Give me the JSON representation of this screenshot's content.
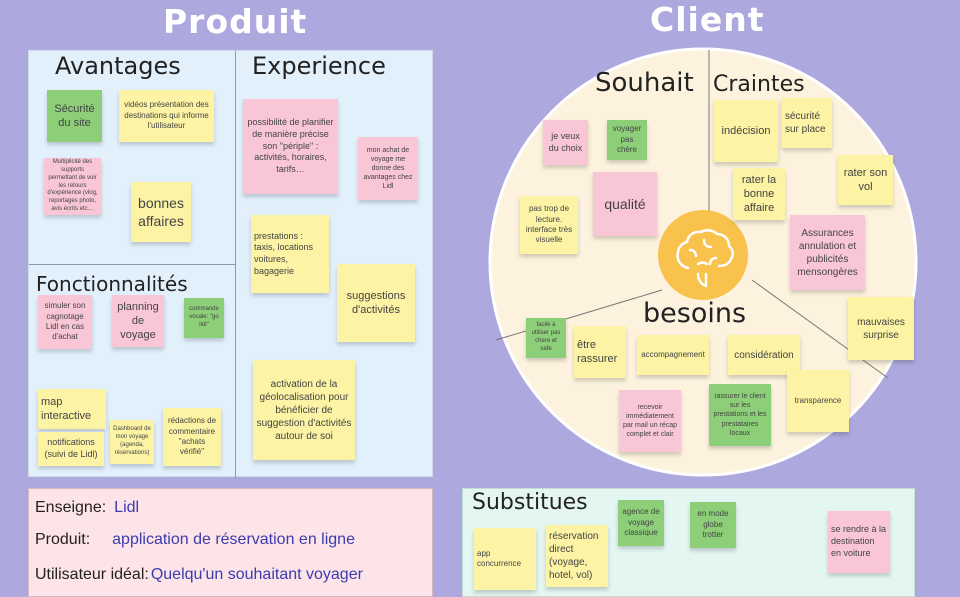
{
  "titles": {
    "produit": "Produit",
    "client": "Client"
  },
  "produit": {
    "avantages": {
      "heading": "Avantages",
      "notes": [
        "Sécurité du site",
        "vidéos présentation des destinations qui informe l'utilisateur",
        "Multiplicité des supports permettant de voir les retours d'expérience (vlog, reportages photo, avis écrits etc…",
        "bonnes affaires"
      ]
    },
    "experience": {
      "heading": "Experience",
      "notes": [
        "possibilité de planifier de manière précise son \"périple\" : activités, horaires, tarifs…",
        "mon achat de voyage me donne des avantages chez Lidl",
        "prestations : taxis, locations voitures, bagagerie",
        "suggestions d'activités",
        "activation de la géolocalisation pour bénéficier de suggestion d'activités autour de soi"
      ]
    },
    "fonctionnalites": {
      "heading": "Fonctionnalités",
      "notes": [
        "simuler son cagnotage Lidl en cas d'achat",
        "planning de voyage",
        "commande vocale: \"go lidl\"",
        "map interactive",
        "notifications (suivi de Lidl)",
        "Dashboard de mon voyage (agenda, réservations)",
        "rédactions de commentaire \"achats vérifié\""
      ]
    }
  },
  "client": {
    "souhait": {
      "heading": "Souhait",
      "notes": [
        "je veux du choix",
        "voyager pas chère",
        "pas trop de lecture. interface très visuelle",
        "qualité"
      ]
    },
    "craintes": {
      "heading": "Craintes",
      "notes": [
        "indécision",
        "sécurité sur place",
        "rater son vol",
        "rater la bonne affaire",
        "Assurances annulation et publicités mensongères",
        "mauvaises surprise"
      ]
    },
    "besoins": {
      "heading": "besoins",
      "notes": [
        "facile à utiliser pas chere et safe",
        "être rassurer",
        "accompagnement",
        "considération",
        "recevoir immédiatement par mail un récap complet et clair",
        "rassurer le client sur les prestations et les prestataires locaux",
        "transparence"
      ]
    },
    "center_icon": "brain-icon"
  },
  "info": {
    "enseigne_label": "Enseigne:",
    "enseigne": "Lidl",
    "produit_label": "Produit:",
    "produit": "application de réservation en ligne",
    "utilisateur_label": "Utilisateur idéal:",
    "utilisateur": "Quelqu'un souhaitant voyager"
  },
  "substitues": {
    "heading": "Substitues",
    "notes": [
      "app concurrence",
      "réservation direct (voyage, hotel, vol)",
      "agence de voyage classique",
      "en mode globe trotter",
      "se rendre à la destination en voiture"
    ]
  },
  "colors": {
    "background": "#ada9de",
    "yellow": "#fcf3a4",
    "pink": "#f8c6d4",
    "green": "#8ccf78",
    "brain": "#f8c24c"
  }
}
